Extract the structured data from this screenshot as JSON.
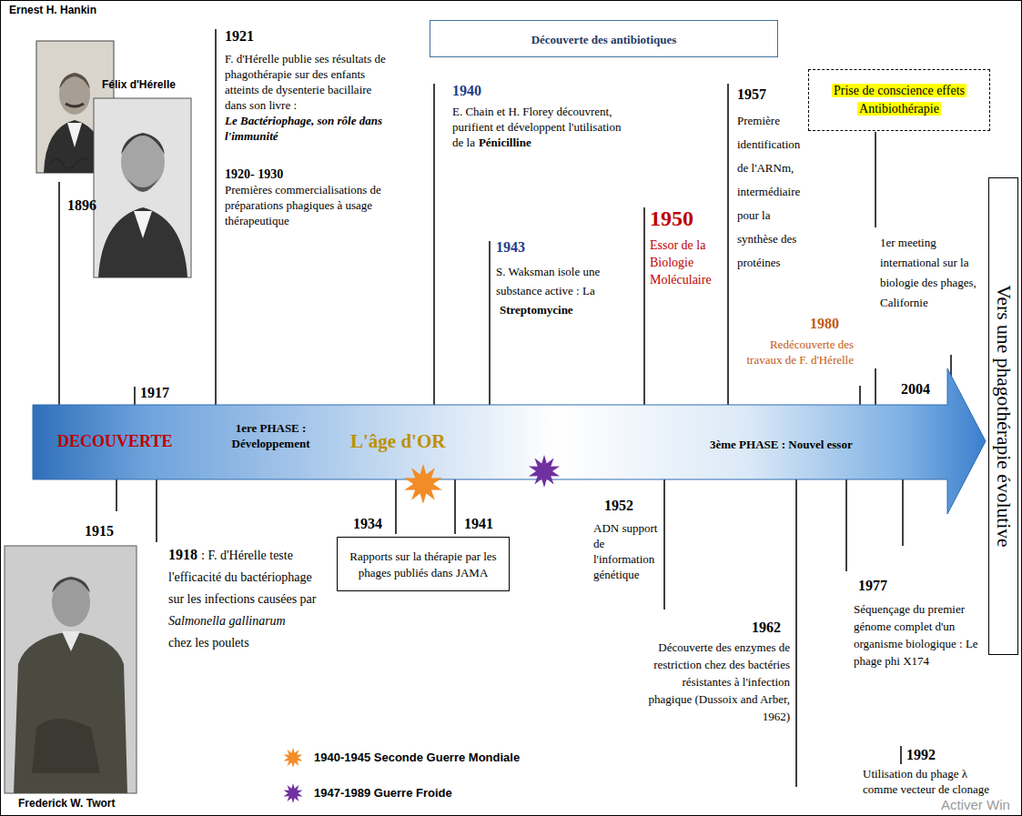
{
  "diagram": {
    "nodes": [
      {
        "text": [
          "Découverte des antibiotiques"
        ]
      },
      {
        "text": [
          "Prise de conscience effets Antibiothérapie"
        ]
      },
      {
        "text": [
          "DECOUVERTE",
          "1ere PHASE : Développement",
          "L'âge d'OR",
          "3ème PHASE : Nouvel essor"
        ]
      },
      {
        "text": [
          "Vers une phagothérapie évolutive"
        ]
      },
      {
        "text": [
          "Rapports sur la thérapie par les phages publiés dans JAMA"
        ]
      }
    ],
    "labels": [
      "Ernest H. Hankin",
      "1896",
      "Félix d'Hérelle",
      "1917",
      "1921",
      "F. d'Hérelle publie ses résultats de phagothérapie sur des enfants atteints de dysenterie bacillaire dans son livre :",
      "Le Bactériophage, son rôle dans l'immunité",
      "1920- 1930",
      "Premières commercialisations de préparations phagiques à usage thérapeutique",
      "1940",
      "E. Chain et H. Florey découvrent, purifient et développent l'utilisation de la",
      "Pénicilline",
      "1943",
      "S. Waksman isole une substance active : La",
      "Streptomycine",
      "1950",
      "Essor de la Biologie Moléculaire",
      "1957",
      "Première identification de l'ARNm, intermédiaire pour la synthèse des protéines",
      "1er meeting international sur la biologie des phages, Californie",
      "1980",
      "Redécouverte des travaux de F. d'Hérelle",
      "2004",
      "1915",
      "Frederick W. Twort",
      "1918",
      ": F. d'Hérelle teste l'efficacité du bactériophage sur les infections causées par",
      "Salmonella gallinarum",
      "chez les poulets",
      "1934",
      "1941",
      "1952",
      "ADN support de l'information génétique",
      "1962",
      "Découverte des enzymes de restriction chez des bactéries résistantes à l'infection phagique (Dussoix and Arber, 1962)",
      "1977",
      "Séquençage du premier génome complet d'un organisme biologique : Le phage phi X174",
      "1992",
      "Utilisation du phage λ comme vecteur de clonage",
      "Activer Win"
    ],
    "legend": [
      {
        "text": "1940-1945 Seconde Guerre Mondiale"
      },
      {
        "text": "1947-1989 Guerre Froide"
      }
    ]
  }
}
